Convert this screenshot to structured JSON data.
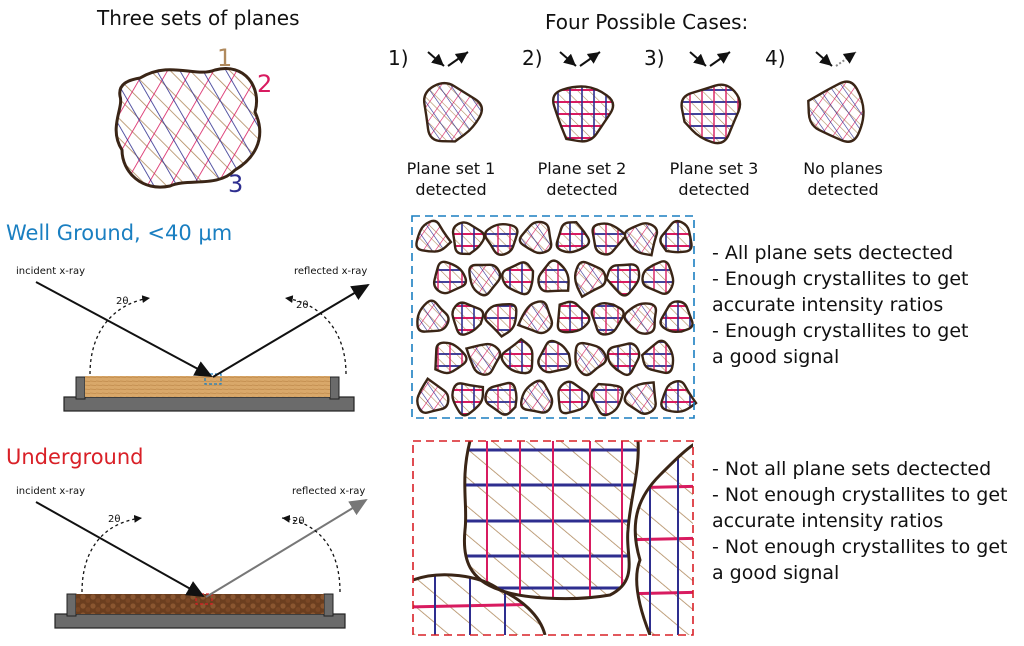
{
  "left": {
    "title": "Three sets of planes",
    "labels": [
      "1",
      "2",
      "3"
    ],
    "colors": {
      "set1": "#b08a5e",
      "set2": "#d81b60",
      "set3": "#2e2e8f",
      "outline": "#3a2516"
    }
  },
  "cases": {
    "title": "Four Possible Cases:",
    "items": [
      {
        "num": "1)",
        "line1": "Plane set 1",
        "line2": "detected"
      },
      {
        "num": "2)",
        "line1": "Plane set 2",
        "line2": "detected"
      },
      {
        "num": "3)",
        "line1": "Plane set 3",
        "line2": "detected"
      },
      {
        "num": "4)",
        "line1": "No planes",
        "line2": "detected"
      }
    ]
  },
  "well": {
    "heading": "Well Ground, <40 μm",
    "incident": "incident x-ray",
    "reflected": "reflected x-ray",
    "angle": "2θ",
    "bullets": [
      "- All plane sets dectected",
      "- Enough crystallites to get",
      "accurate intensity ratios",
      "- Enough crystallites to get",
      "a good signal"
    ]
  },
  "under": {
    "heading": "Underground",
    "incident": "incident x-ray",
    "reflected": "reflected x-ray",
    "angle": "2θ",
    "bullets": [
      "- Not all plane sets dectected",
      "- Not enough crystallites to get",
      "accurate intensity ratios",
      "- Not enough crystallites to get",
      "a good signal"
    ]
  }
}
